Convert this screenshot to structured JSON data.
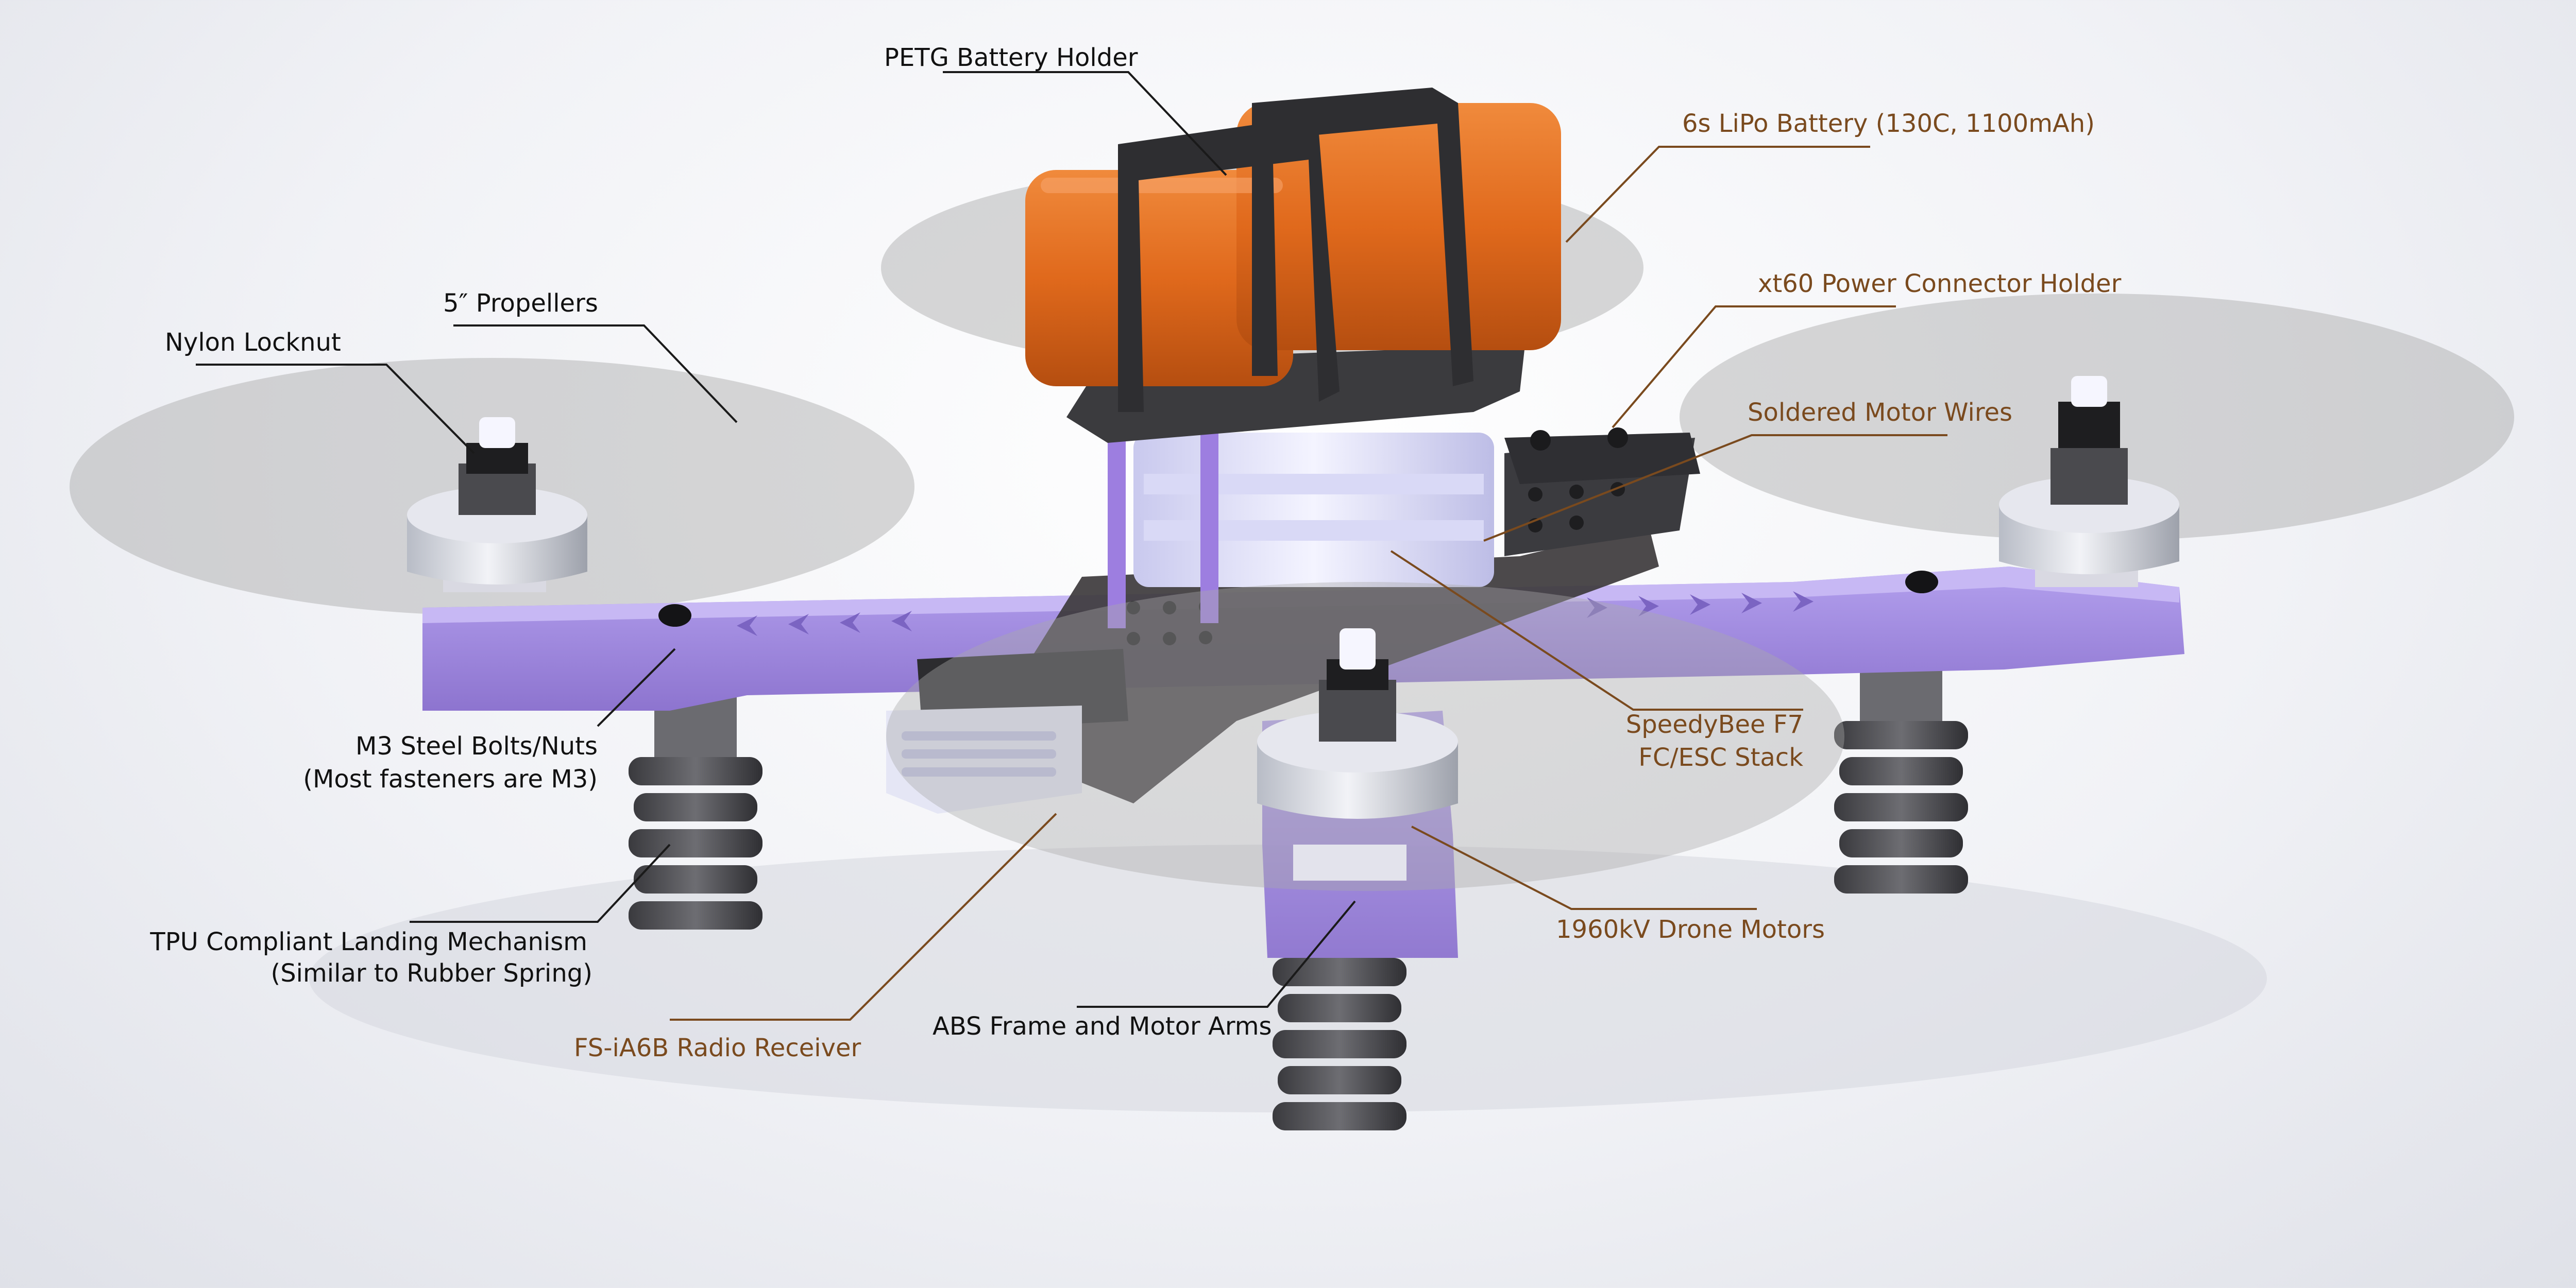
{
  "labels": {
    "battery_holder": "PETG Battery Holder",
    "battery": "6s LiPo Battery (130C, 1100mAh)",
    "propellers": "5″ Propellers",
    "locknut": "Nylon Locknut",
    "power_connector": "xt60 Power Connector Holder",
    "motor_wires": "Soldered Motor Wires",
    "fc_esc_line1": "SpeedyBee F7",
    "fc_esc_line2": "FC/ESC Stack",
    "bolts_line1": "M3 Steel Bolts/Nuts",
    "bolts_line2": "(Most fasteners are M3)",
    "landing_line1": "TPU Compliant Landing Mechanism",
    "landing_line2": "(Similar to Rubber Spring)",
    "radio": "FS-iA6B Radio Receiver",
    "frame": "ABS Frame and Motor Arms",
    "motors": "1960kV Drone Motors"
  },
  "colors": {
    "frame_purple": "#9c85d8",
    "battery_orange": "#e0691c",
    "dark_plastic": "#3e3e42",
    "leader_black": "#1a1a1a",
    "leader_brown": "#7a4a1e",
    "label_brown": "#7a4a1e"
  }
}
